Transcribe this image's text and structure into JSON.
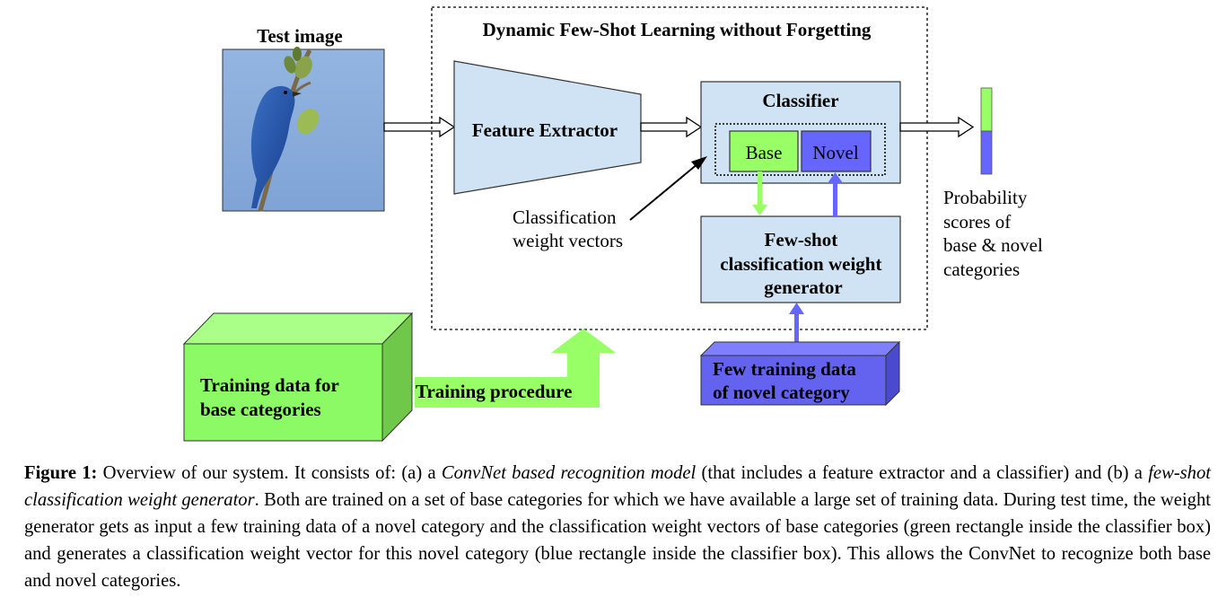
{
  "diagram": {
    "test_image_label": "Test image",
    "system_title": "Dynamic Few-Shot Learning without Forgetting",
    "feature_extractor": "Feature Extractor",
    "classifier": {
      "title": "Classifier",
      "base_label": "Base",
      "novel_label": "Novel"
    },
    "classification_weights_label": [
      "Classification",
      "weight vectors"
    ],
    "weight_generator_label": [
      "Few-shot",
      "classification weight",
      "generator"
    ],
    "probability_label": [
      "Probability",
      "scores of",
      "base & novel",
      "categories"
    ],
    "training_data_base": [
      "Training data for",
      "base categories"
    ],
    "training_procedure": "Training procedure",
    "few_training_data": [
      "Few training data",
      "of novel category"
    ],
    "colors": {
      "light_blue": "#cfe3f4",
      "base_green": "#99ff66",
      "novel_blue": "#6666ff",
      "box_green_front": "#8cfa64",
      "box_blue_front": "#6363f0"
    }
  },
  "caption": {
    "label": "Figure 1:",
    "t1": " Overview of our system. It consists of: (a) a ",
    "i1": "ConvNet based recognition model",
    "t2": " (that includes a feature extractor and a classifier) and (b) a ",
    "i2": "few-shot classification weight generator",
    "t3": ". Both are trained on a set of base categories for which we have available a large set of training data. During test time, the weight generator gets as input a few training data of a novel category and the classification weight vectors of base categories (green rectangle inside the classifier box) and generates a classification weight vector for this novel category (blue rectangle inside the classifier box). This allows the ConvNet to recognize both base and novel categories."
  }
}
